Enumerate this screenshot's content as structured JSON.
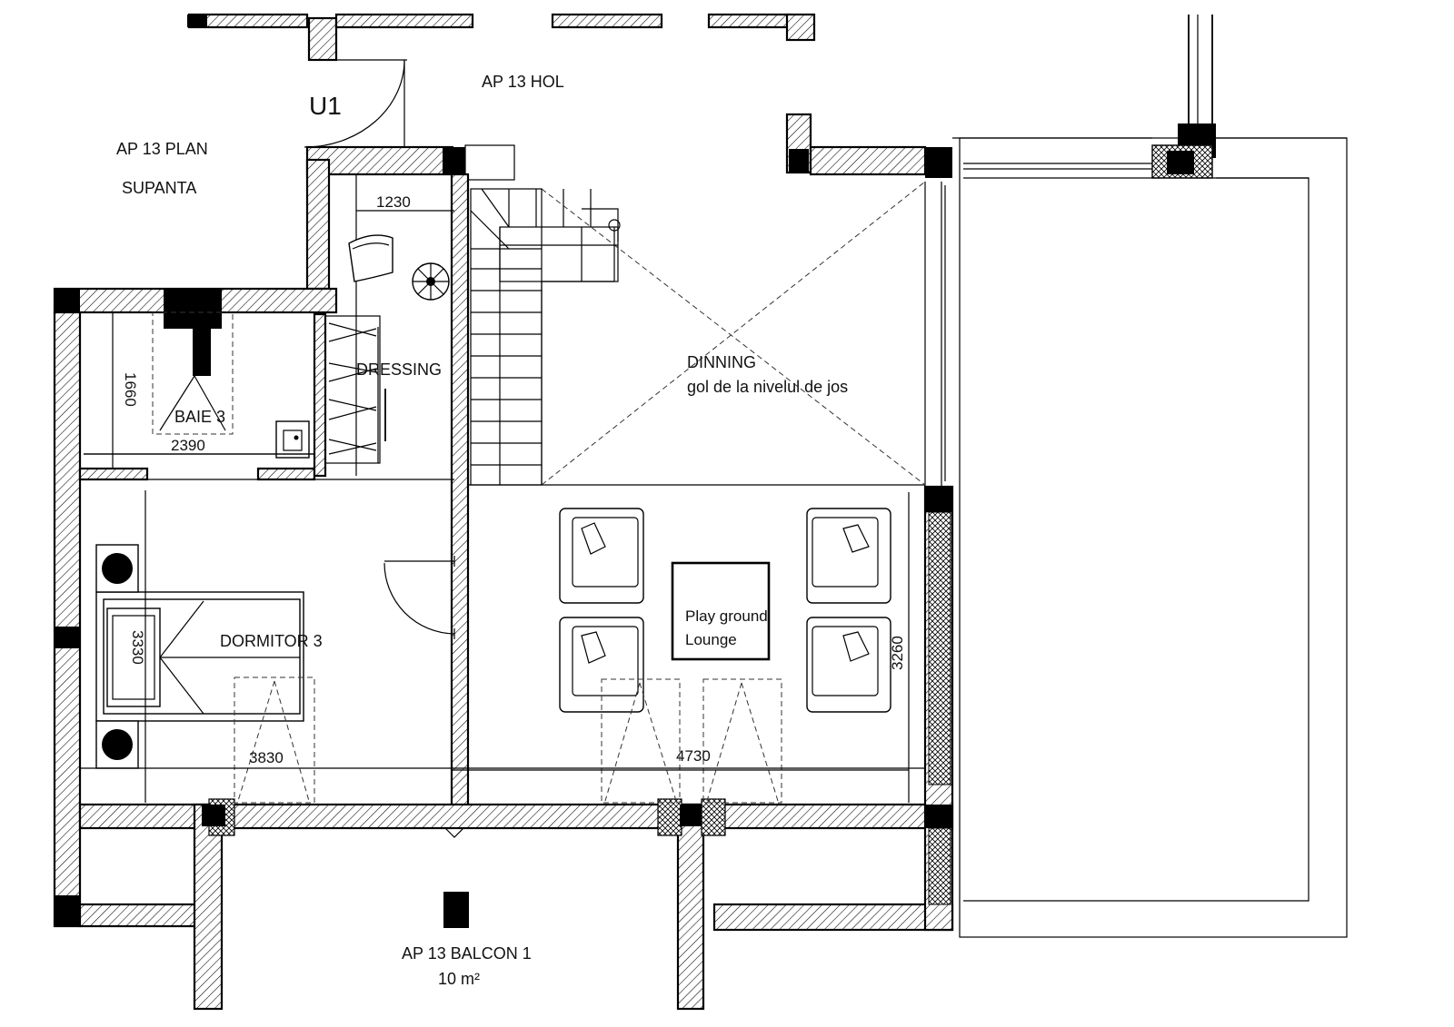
{
  "labels": {
    "unit": "U1",
    "hol": "AP 13 HOL",
    "plan_line1": "AP 13 PLAN",
    "plan_line2": "SUPANTA",
    "dressing": "DRESSING",
    "dinning_line1": "DINNING",
    "dinning_line2": "gol de la nivelul de jos",
    "baie": "BAIE 3",
    "dormitor": "DORMITOR 3",
    "playground_line1": "Play ground",
    "playground_line2": "Lounge",
    "balcon_line1": "AP 13 BALCON 1",
    "balcon_line2": "10 m²"
  },
  "dimensions": {
    "d1230": "1230",
    "d1660": "1660",
    "d2390": "2390",
    "d3330": "3330",
    "d3830": "3830",
    "d4730": "4730",
    "d3260": "3260"
  }
}
